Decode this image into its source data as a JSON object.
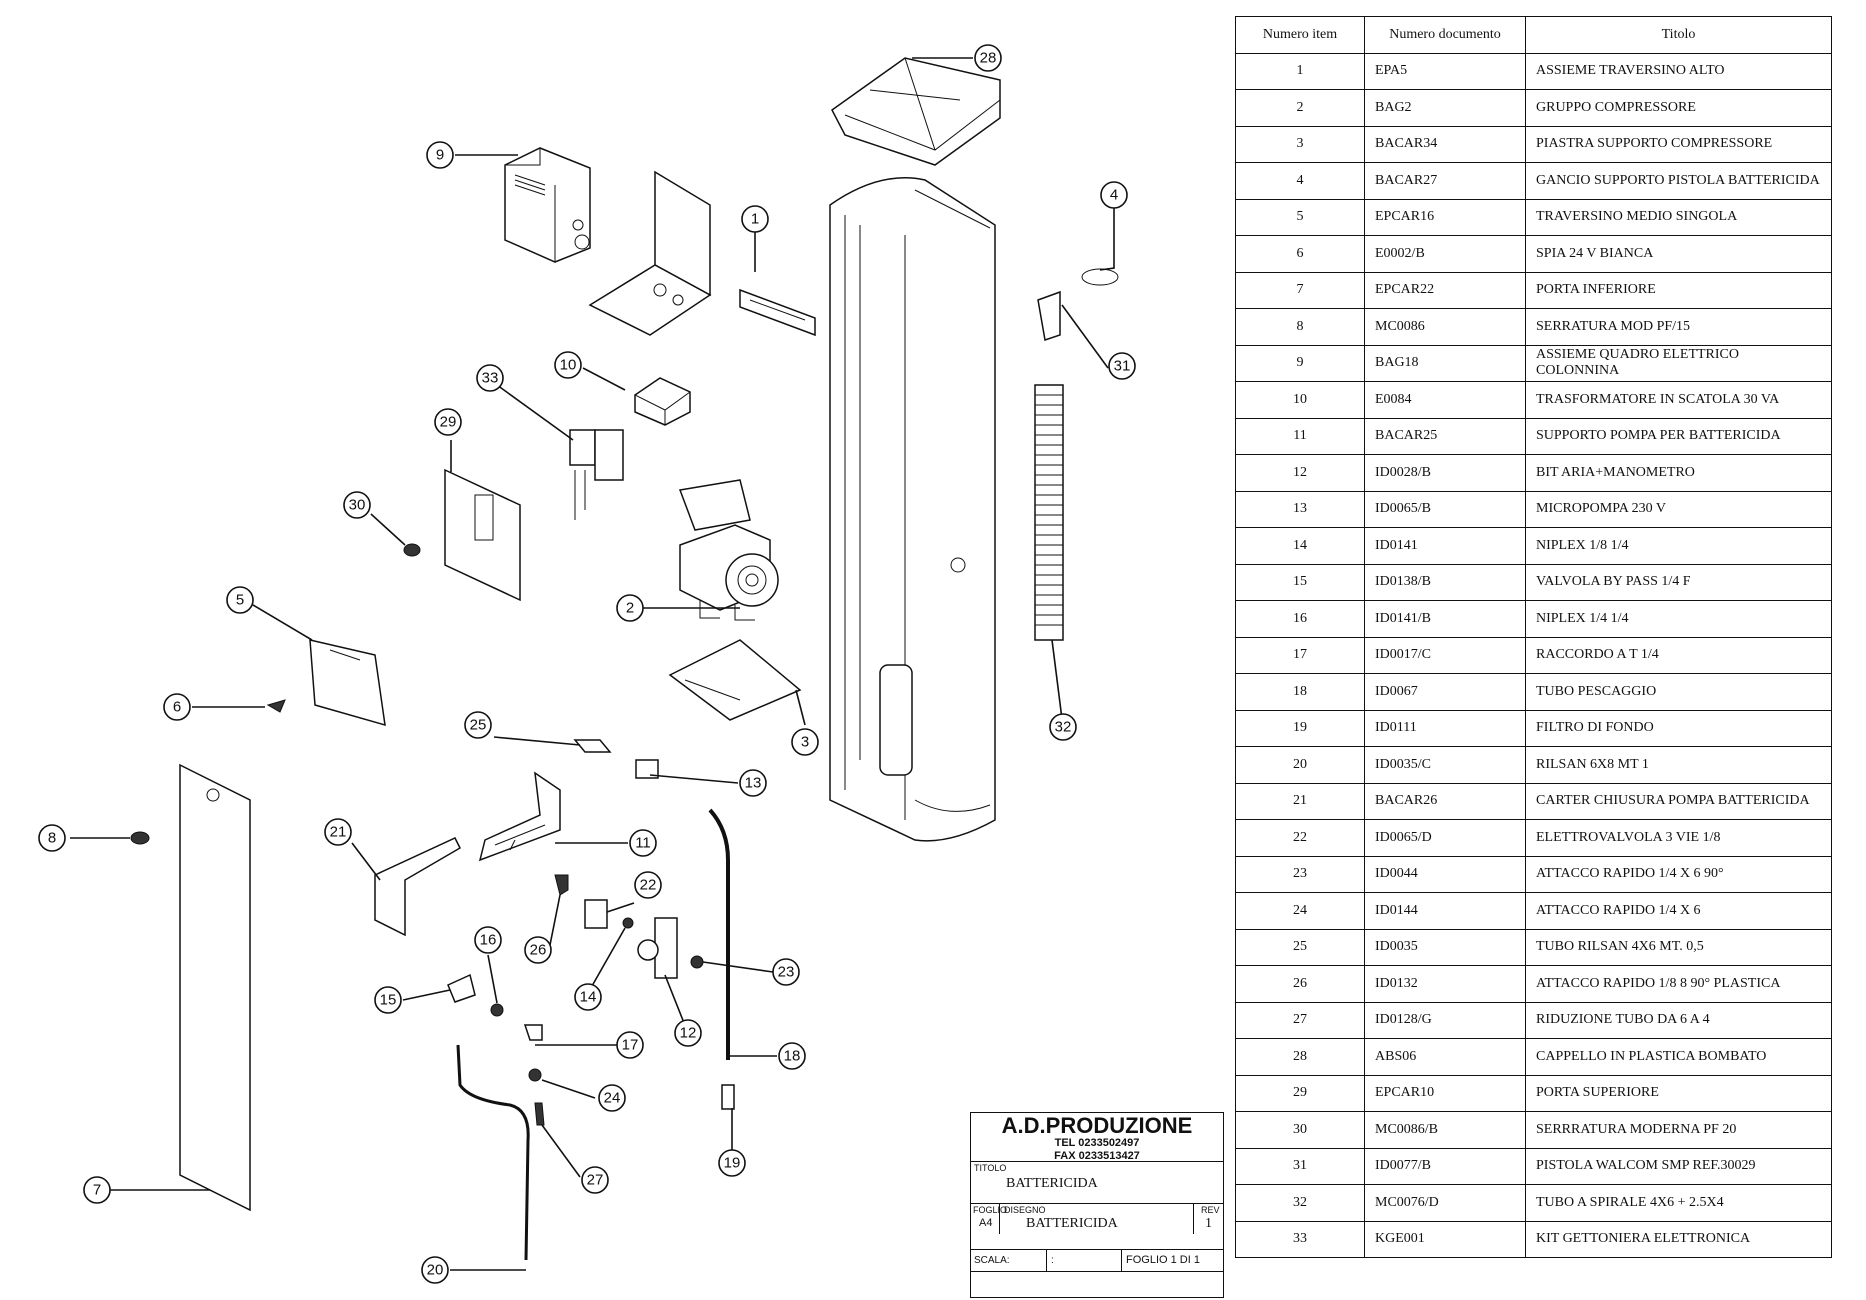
{
  "callouts": [
    "1",
    "2",
    "3",
    "4",
    "5",
    "6",
    "7",
    "8",
    "9",
    "10",
    "11",
    "12",
    "13",
    "14",
    "15",
    "16",
    "17",
    "18",
    "19",
    "20",
    "21",
    "22",
    "23",
    "24",
    "25",
    "26",
    "27",
    "28",
    "29",
    "30",
    "31",
    "32",
    "33"
  ],
  "table": {
    "headers": [
      "Numero item",
      "Numero documento",
      "Titolo"
    ],
    "rows": [
      [
        "1",
        "EPA5",
        "ASSIEME TRAVERSINO ALTO"
      ],
      [
        "2",
        "BAG2",
        "GRUPPO COMPRESSORE"
      ],
      [
        "3",
        "BACAR34",
        "PIASTRA SUPPORTO COMPRESSORE"
      ],
      [
        "4",
        "BACAR27",
        "GANCIO SUPPORTO PISTOLA BATTERICIDA"
      ],
      [
        "5",
        "EPCAR16",
        "TRAVERSINO MEDIO SINGOLA"
      ],
      [
        "6",
        "E0002/B",
        "SPIA 24 V BIANCA"
      ],
      [
        "7",
        "EPCAR22",
        "PORTA INFERIORE"
      ],
      [
        "8",
        "MC0086",
        "SERRATURA MOD PF/15"
      ],
      [
        "9",
        "BAG18",
        "ASSIEME QUADRO ELETTRICO COLONNINA"
      ],
      [
        "10",
        "E0084",
        "TRASFORMATORE IN SCATOLA 30 VA"
      ],
      [
        "11",
        "BACAR25",
        "SUPPORTO POMPA PER BATTERICIDA"
      ],
      [
        "12",
        "ID0028/B",
        "BIT ARIA+MANOMETRO"
      ],
      [
        "13",
        "ID0065/B",
        "MICROPOMPA 230 V"
      ],
      [
        "14",
        "ID0141",
        "NIPLEX 1/8 1/4"
      ],
      [
        "15",
        "ID0138/B",
        "VALVOLA BY PASS 1/4 F"
      ],
      [
        "16",
        "ID0141/B",
        "NIPLEX 1/4 1/4"
      ],
      [
        "17",
        "ID0017/C",
        "RACCORDO A T 1/4"
      ],
      [
        "18",
        "ID0067",
        "TUBO PESCAGGIO"
      ],
      [
        "19",
        "ID0111",
        "FILTRO DI FONDO"
      ],
      [
        "20",
        "ID0035/C",
        "RILSAN 6X8 MT 1"
      ],
      [
        "21",
        "BACAR26",
        "CARTER CHIUSURA POMPA BATTERICIDA"
      ],
      [
        "22",
        "ID0065/D",
        "ELETTROVALVOLA 3 VIE 1/8"
      ],
      [
        "23",
        "ID0044",
        "ATTACCO RAPIDO 1/4 X 6 90°"
      ],
      [
        "24",
        "ID0144",
        "ATTACCO RAPIDO 1/4 X 6"
      ],
      [
        "25",
        "ID0035",
        "TUBO RILSAN 4X6 MT. 0,5"
      ],
      [
        "26",
        "ID0132",
        "ATTACCO RAPIDO 1/8 8 90° PLASTICA"
      ],
      [
        "27",
        "ID0128/G",
        "RIDUZIONE TUBO DA 6 A 4"
      ],
      [
        "28",
        "ABS06",
        "CAPPELLO IN PLASTICA BOMBATO"
      ],
      [
        "29",
        "EPCAR10",
        "PORTA SUPERIORE"
      ],
      [
        "30",
        "MC0086/B",
        "SERRRATURA MODERNA PF 20"
      ],
      [
        "31",
        "ID0077/B",
        "PISTOLA WALCOM SMP REF.30029"
      ],
      [
        "32",
        "MC0076/D",
        "TUBO A SPIRALE 4X6 + 2.5X4"
      ],
      [
        "33",
        "KGE001",
        "KIT GETTONIERA ELETTRONICA"
      ]
    ]
  },
  "title_block": {
    "company": "A.D.PRODUZIONE",
    "tel": "TEL 0233502497",
    "fax": "FAX 0233513427",
    "titolo_label": "TITOLO",
    "titolo": "BATTERICIDA",
    "foglio_label": "FOGLIO",
    "foglio": "A4",
    "disegno_label": "DISEGNO",
    "disegno": "BATTERICIDA",
    "rev_label": "REV",
    "rev": "1",
    "scala_label": "SCALA:",
    "scala_sep": ":",
    "sheet": "FOGLIO 1 DI 1"
  }
}
